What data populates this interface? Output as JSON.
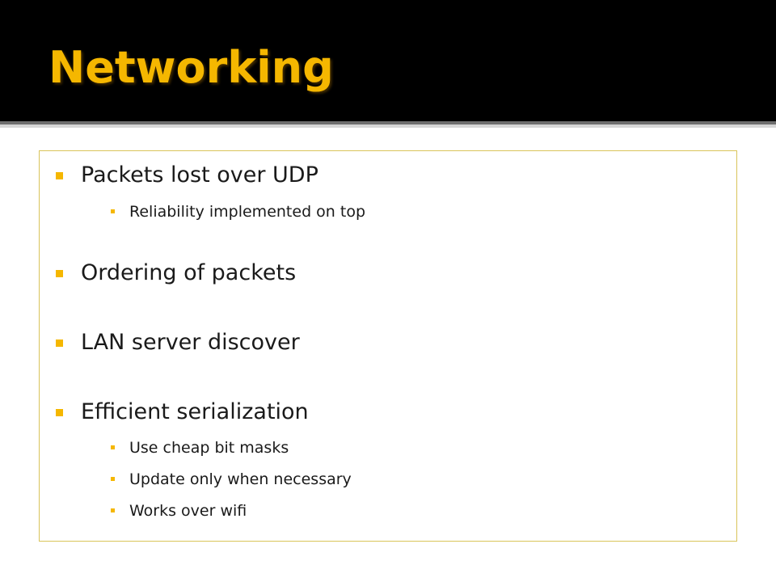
{
  "slide": {
    "title": "Networking",
    "bullets": [
      {
        "text": "Packets lost over UDP",
        "level": 1
      },
      {
        "text": "Reliability implemented on top",
        "level": 2
      },
      {
        "text": "Ordering of packets",
        "level": 1
      },
      {
        "text": "LAN server discover",
        "level": 1
      },
      {
        "text": "Efficient serialization",
        "level": 1
      },
      {
        "text": "Use cheap bit masks",
        "level": 2
      },
      {
        "text": "Update only when necessary",
        "level": 2
      },
      {
        "text": "Works over wifi",
        "level": 2
      }
    ]
  },
  "colors": {
    "title_bar": "#000000",
    "accent": "#f5b700",
    "box_border": "#d9c45a",
    "body_text": "#1a1a1a"
  }
}
